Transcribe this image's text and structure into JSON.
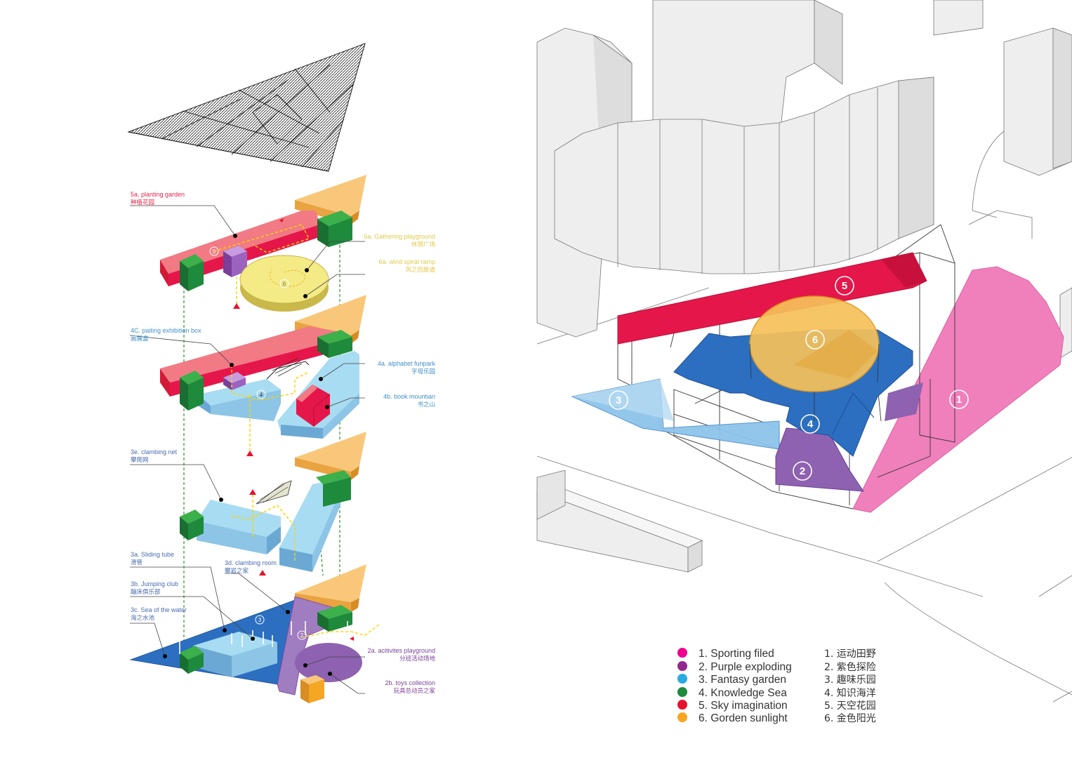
{
  "colors": {
    "sporting": "#ec008c",
    "purple": "#92278f",
    "fantasy": "#29aae1",
    "knowledge": "#1e8a3c",
    "sky": "#e8112d",
    "sunlight": "#f7a521",
    "magenta_area": "#f080bc",
    "purple_fill": "#8e62b0",
    "light_blue": "#8ec3ea",
    "deep_blue": "#2c6fc0",
    "red_fill": "#e5174a",
    "gold_fill": "#f6c15a",
    "label_red": "#e2264d",
    "label_yellow": "#e2c84a",
    "label_blue": "#3d8fc9",
    "label_purple": "#7b3f98",
    "label_navy": "#4a6cb0"
  },
  "labels": {
    "l5a": {
      "en": "5a. planting garden",
      "cn": "种植花园"
    },
    "l6a": {
      "en": "6a. Gathering playground",
      "cn": "休憩广场"
    },
    "l6b": {
      "en": "6a. wind spiral ramp",
      "cn": "风之回旋道"
    },
    "l4c": {
      "en": "4C. paiting exhibition box",
      "cn": "画展盒"
    },
    "l4a": {
      "en": "4a. alphabet funpark",
      "cn": "字母乐园"
    },
    "l4b": {
      "en": "4b. book mountian",
      "cn": "书之山"
    },
    "l3e": {
      "en": "3e. clambing net",
      "cn": "攀爬网"
    },
    "l3a": {
      "en": "3a. Sliding tube",
      "cn": "滑管"
    },
    "l3d": {
      "en": "3d. clambing room",
      "cn": "攀岩之家"
    },
    "l3b": {
      "en": "3b. Jumping club",
      "cn": "蹦床俱乐部"
    },
    "l3c": {
      "en": "3c. Sea of the water",
      "cn": "海之水池"
    },
    "l2a": {
      "en": "2a. acitivites playground",
      "cn": "分班活动场地"
    },
    "l2b": {
      "en": "2b. toys collection",
      "cn": "玩具总动员之家"
    }
  },
  "layer_numbers": {
    "n5": "5",
    "n6": "6",
    "n4": "4",
    "n3": "3",
    "n2": "2"
  },
  "map_numbers": {
    "m1": "1",
    "m2": "2",
    "m3": "3",
    "m4": "4",
    "m5": "5",
    "m6": "6"
  },
  "legend": [
    {
      "en": "1. Sporting filed",
      "cn": "1. 运动田野",
      "color_key": "sporting"
    },
    {
      "en": "2. Purple exploding",
      "cn": "2. 紫色探险",
      "color_key": "purple"
    },
    {
      "en": "3. Fantasy garden",
      "cn": "3. 趣味乐园",
      "color_key": "fantasy"
    },
    {
      "en": "4. Knowledge Sea",
      "cn": "4. 知识海洋",
      "color_key": "knowledge"
    },
    {
      "en": "5. Sky imagination",
      "cn": "5. 天空花园",
      "color_key": "sky"
    },
    {
      "en": "6. Gorden sunlight",
      "cn": "6. 金色阳光",
      "color_key": "sunlight"
    }
  ]
}
